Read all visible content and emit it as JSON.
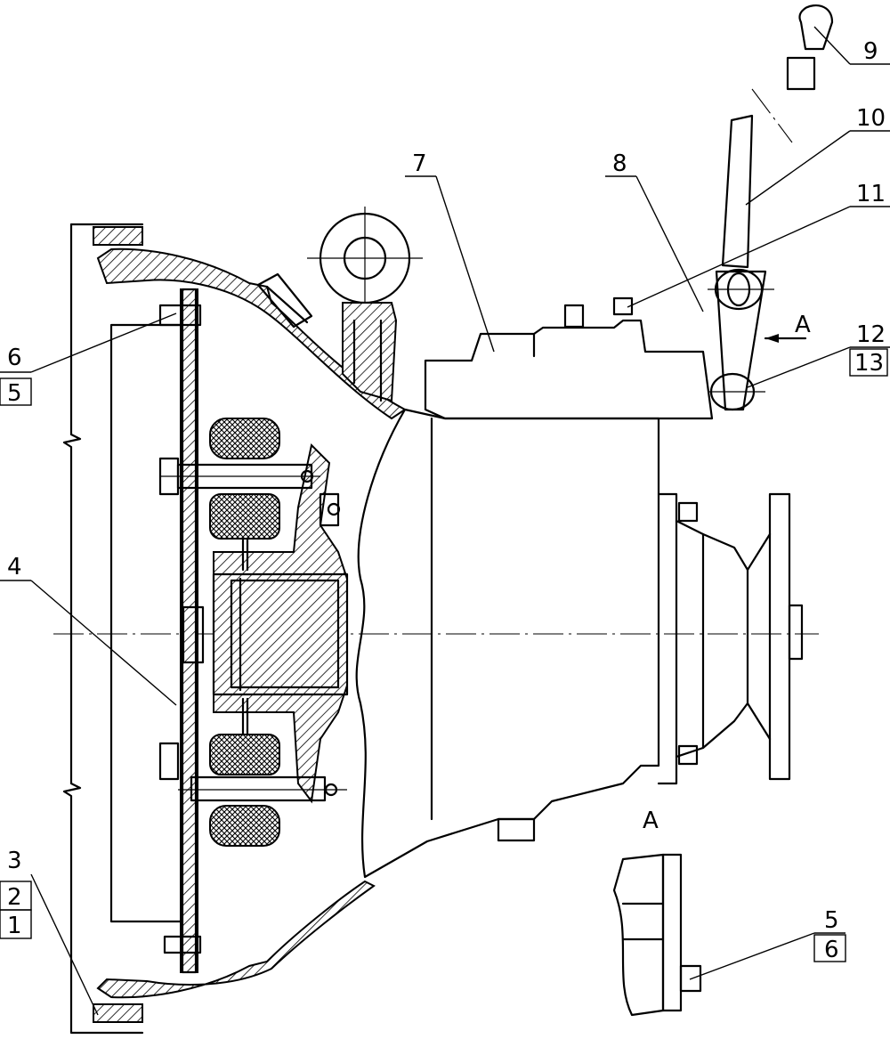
{
  "callouts": [
    {
      "id": "c1",
      "text": "1"
    },
    {
      "id": "c2",
      "text": "2"
    },
    {
      "id": "c3",
      "text": "3"
    },
    {
      "id": "c4",
      "text": "4"
    },
    {
      "id": "c5a",
      "text": "5"
    },
    {
      "id": "c6a",
      "text": "6"
    },
    {
      "id": "c5b",
      "text": "5"
    },
    {
      "id": "c6b",
      "text": "6"
    },
    {
      "id": "c7",
      "text": "7"
    },
    {
      "id": "c8",
      "text": "8"
    },
    {
      "id": "c9",
      "text": "9"
    },
    {
      "id": "c10",
      "text": "10"
    },
    {
      "id": "c11",
      "text": "11"
    },
    {
      "id": "c12",
      "text": "12"
    },
    {
      "id": "c13",
      "text": "13"
    }
  ],
  "view_labels": {
    "arrow_label": "A",
    "view_title": "A"
  }
}
